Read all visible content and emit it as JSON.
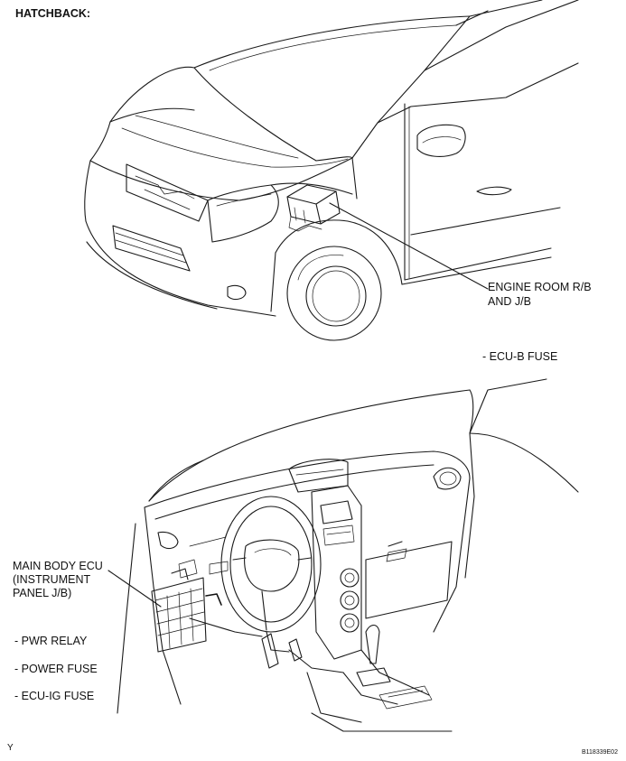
{
  "title": "HATCHBACK:",
  "engine_room_label": {
    "line1": "ENGINE ROOM R/B",
    "line2": "AND J/B"
  },
  "engine_items": [
    "- ECU-B FUSE"
  ],
  "main_body_label": {
    "line1": "MAIN BODY ECU",
    "line2": "(INSTRUMENT",
    "line3": "PANEL J/B)"
  },
  "main_body_items": [
    "- PWR RELAY",
    "- POWER FUSE",
    "- ECU-IG FUSE"
  ],
  "corner_letter": "Y",
  "figure_code": "B118339E02"
}
